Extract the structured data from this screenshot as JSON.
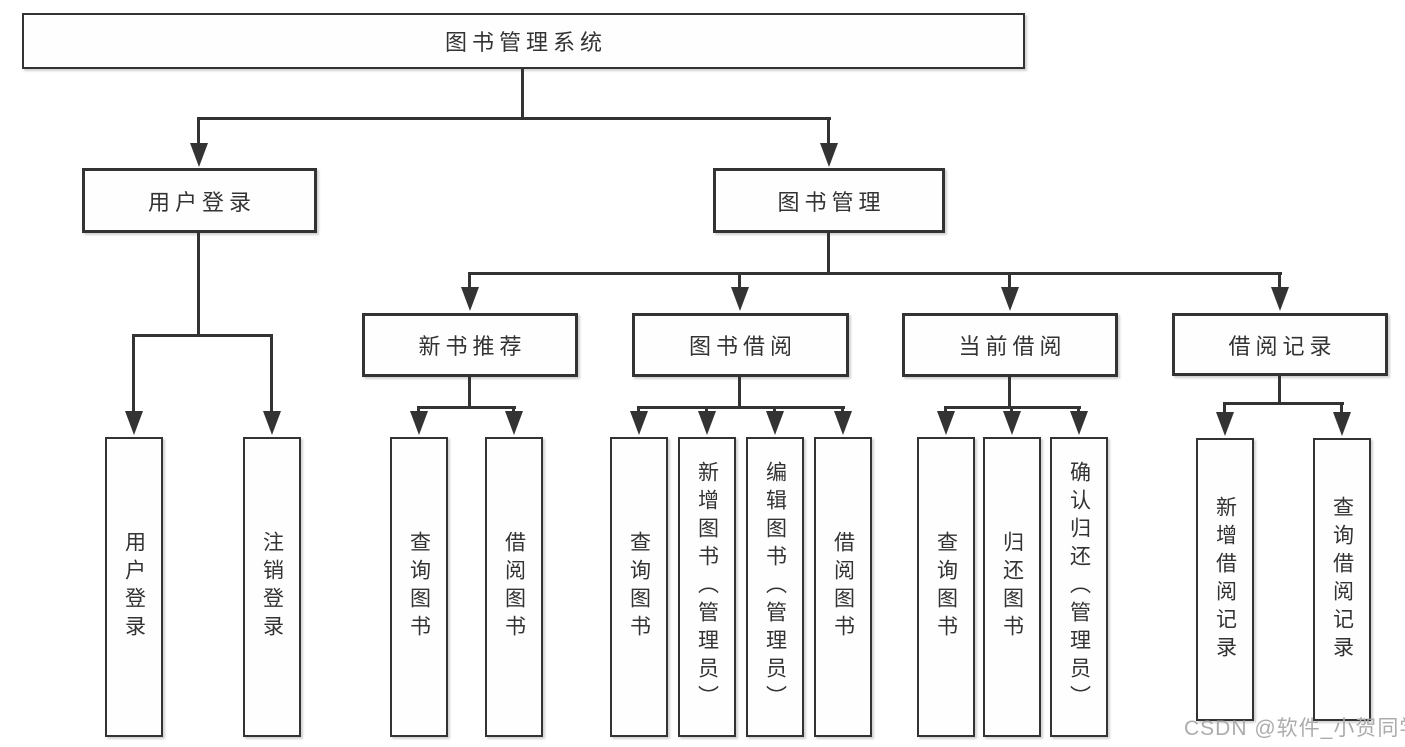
{
  "tree": {
    "root": {
      "label": "图书管理系统"
    },
    "branches": [
      {
        "label": "用户登录",
        "children": [
          {
            "label": "用户登录"
          },
          {
            "label": "注销登录"
          }
        ]
      },
      {
        "label": "图书管理",
        "groups": [
          {
            "label": "新书推荐",
            "children": [
              {
                "label": "查询图书"
              },
              {
                "label": "借阅图书"
              }
            ]
          },
          {
            "label": "图书借阅",
            "children": [
              {
                "label": "查询图书"
              },
              {
                "label": "新增图书（管理员）"
              },
              {
                "label": "编辑图书（管理员）"
              },
              {
                "label": "借阅图书"
              }
            ]
          },
          {
            "label": "当前借阅",
            "children": [
              {
                "label": "查询图书"
              },
              {
                "label": "归还图书"
              },
              {
                "label": "确认归还（管理员）"
              }
            ]
          },
          {
            "label": "借阅记录",
            "children": [
              {
                "label": "新增借阅记录"
              },
              {
                "label": "查询借阅记录"
              }
            ]
          }
        ]
      }
    ]
  },
  "watermark": {
    "text": "CSDN @软件_小贺同学"
  },
  "colors": {
    "line": "#333333",
    "box_border": "#333333",
    "box_background": "#ffffff",
    "text": "#333333",
    "watermark": "#a8a8a8",
    "page_background": "#ffffff"
  }
}
